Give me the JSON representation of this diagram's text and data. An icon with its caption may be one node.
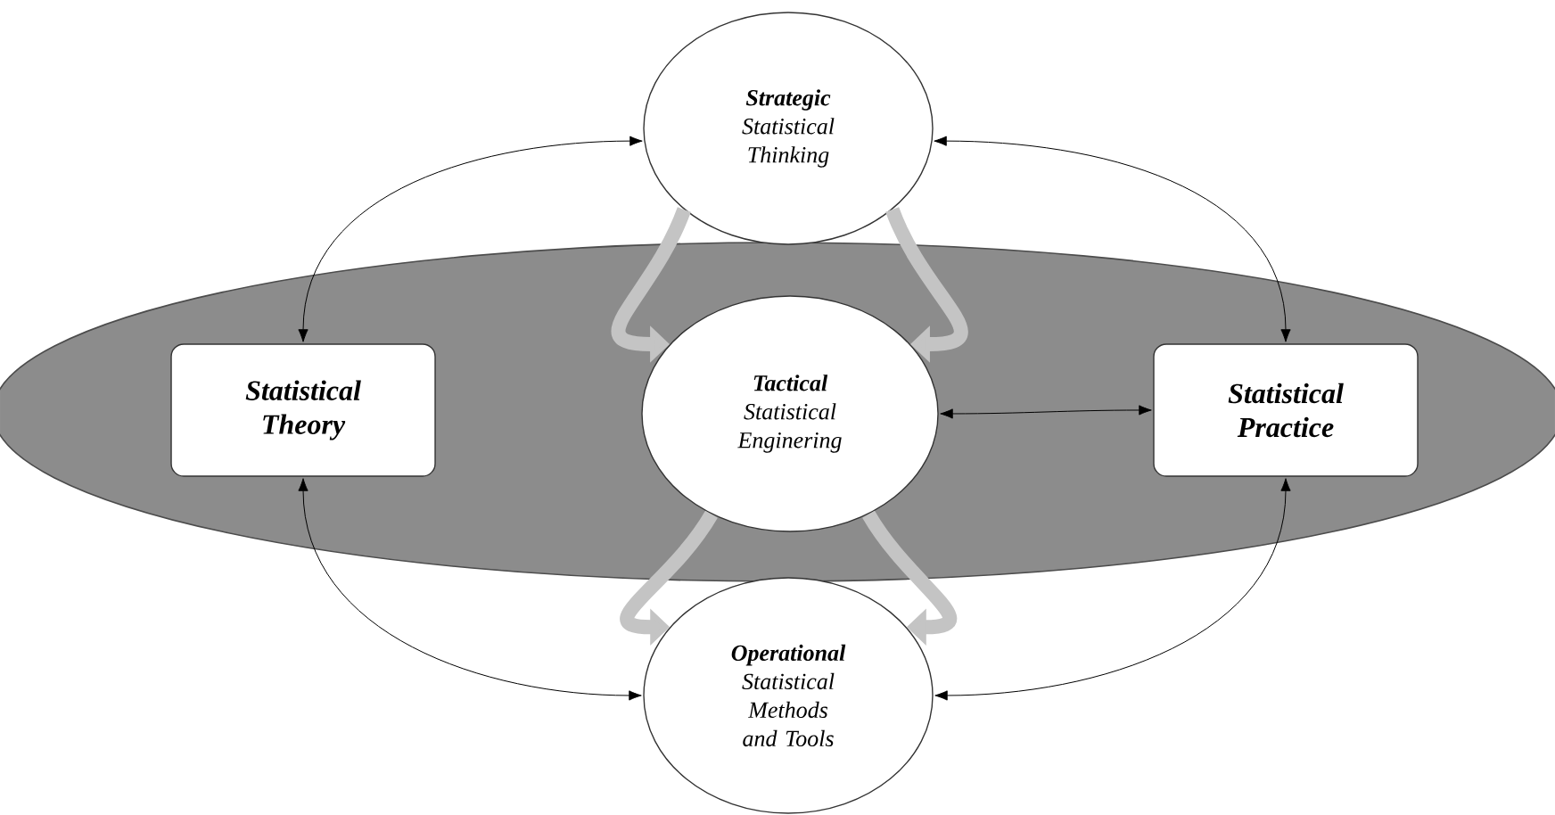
{
  "diagram": {
    "nodes": [
      {
        "text": [
          "Strategic",
          "Statistical Thinking"
        ]
      },
      {
        "text": [],
        "shape": "ellipse"
      },
      {
        "text": [
          "Statistical Theory"
        ],
        "in": 1
      },
      {
        "text": [
          "Tactical",
          "Statistical Enginering"
        ],
        "in": 1
      },
      {
        "text": [
          "Statistical Practice"
        ],
        "in": 1
      },
      {
        "text": [
          "Operational",
          "Statistical Methods and Tools"
        ]
      }
    ],
    "edges": [
      {
        "from": 2,
        "to": 0,
        "arrow": "both"
      },
      {
        "from": 0,
        "to": 4,
        "arrow": "both"
      },
      {
        "from": 0,
        "to": 3,
        "arrow": "to",
        "style": "thick",
        "color": "#c4c4c4"
      },
      {
        "from": 0,
        "to": 3,
        "arrow": "to",
        "style": "thick",
        "color": "#c4c4c4"
      },
      {
        "from": 3,
        "to": 4,
        "arrow": "both"
      },
      {
        "from": 3,
        "to": 5,
        "arrow": "to",
        "style": "thick",
        "color": "#c4c4c4"
      },
      {
        "from": 3,
        "to": 5,
        "arrow": "to",
        "style": "thick",
        "color": "#c4c4c4"
      },
      {
        "from": 2,
        "to": 5,
        "arrow": "both"
      },
      {
        "from": 5,
        "to": 4,
        "arrow": "both"
      }
    ]
  }
}
